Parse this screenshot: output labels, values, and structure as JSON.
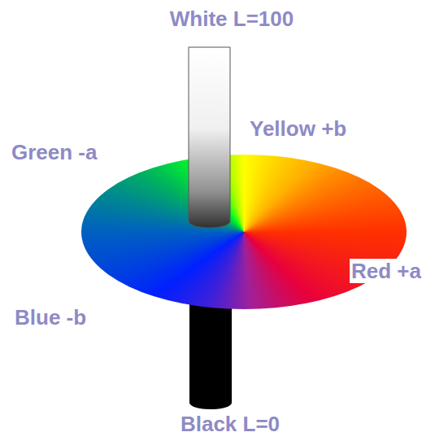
{
  "diagram": {
    "labels": [
      "White L=100",
      "Yellow +b",
      "Green -a",
      "Red +a",
      "Blue -b",
      "Black L=0"
    ]
  }
}
